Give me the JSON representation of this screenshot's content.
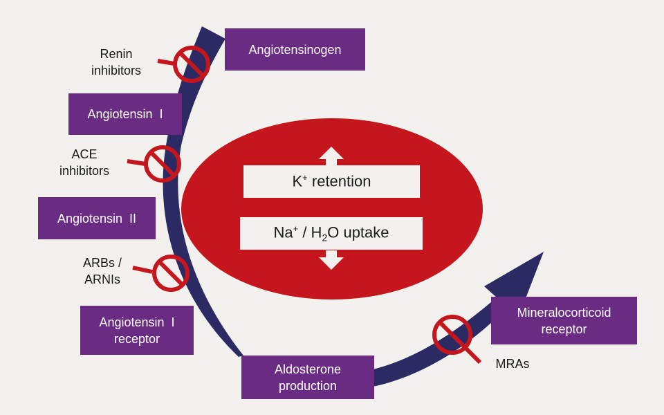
{
  "colors": {
    "background": "#f3f1ee",
    "arrow": "#2b2a63",
    "box": "#6a2c83",
    "ellipse": "#c4161c",
    "inhibitor": "#c4161c"
  },
  "boxes": {
    "angiotensinogen": "Angiotensinogen",
    "angiotensin_i": "Angiotensin  I",
    "angiotensin_ii": "Angiotensin  II",
    "at1_receptor": "Angiotensin  I\nreceptor",
    "aldosterone": "Aldosterone\nproduction",
    "mineralocorticoid": "Mineralocorticoid\nreceptor"
  },
  "inhibitors": {
    "renin": "Renin\ninhibitors",
    "ace": "ACE\ninhibitors",
    "arb": "ARBs /\nARNIs",
    "mra": "MRAs"
  },
  "effects": {
    "k_prefix": "K",
    "k_sup": "+",
    "k_suffix": " retention",
    "na_prefix": "Na",
    "na_sup": "+",
    "na_mid": " / H",
    "na_sub": "2",
    "na_suffix": "O uptake"
  },
  "icons": {
    "inhibitor": "prohibition-icon",
    "up_arrow": "up-arrow-icon",
    "down_arrow": "down-arrow-icon"
  }
}
